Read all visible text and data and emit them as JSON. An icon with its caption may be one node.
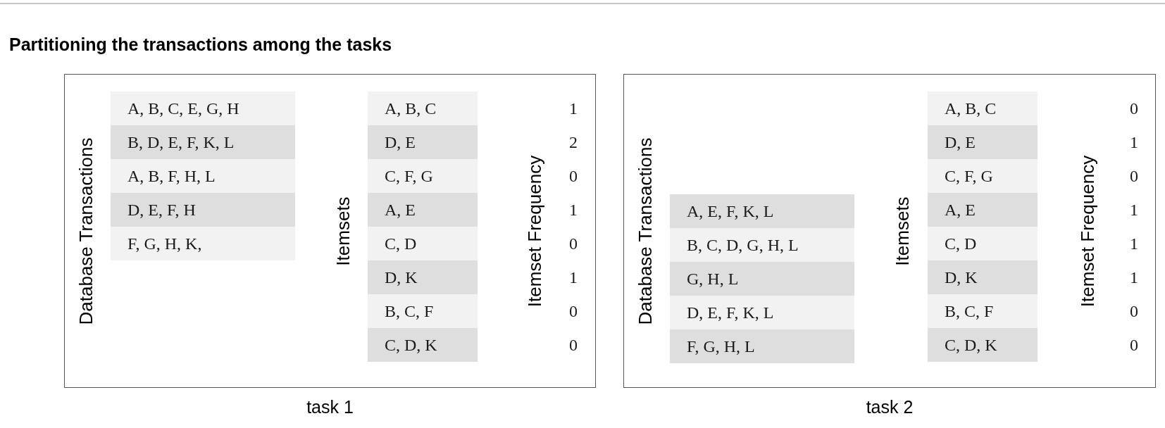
{
  "diagram": {
    "title": "Partitioning the transactions among the tasks",
    "nodes": [
      {
        "text": [
          "Database Transactions",
          "Itemsets",
          "Itemset Frequency"
        ],
        "beside": [
          "task 1"
        ]
      },
      {
        "text": [
          "A, B, C, E, G, H"
        ],
        "in": 0
      },
      {
        "text": [
          "B, D, E, F, K, L"
        ],
        "in": 0
      },
      {
        "text": [
          "A, B, F, H, L"
        ],
        "in": 0
      },
      {
        "text": [
          "D, E, F, H"
        ],
        "in": 0
      },
      {
        "text": [
          "F, G, H, K,"
        ],
        "in": 0
      },
      {
        "text": [
          "A, B, C"
        ],
        "in": 0
      },
      {
        "text": [
          "D, E"
        ],
        "in": 0
      },
      {
        "text": [
          "C, F, G"
        ],
        "in": 0
      },
      {
        "text": [
          "A, E"
        ],
        "in": 0
      },
      {
        "text": [
          "C, D"
        ],
        "in": 0
      },
      {
        "text": [
          "D, K"
        ],
        "in": 0
      },
      {
        "text": [
          "B, C, F"
        ],
        "in": 0
      },
      {
        "text": [
          "C, D, K"
        ],
        "in": 0
      },
      {
        "text": [
          "Database Transactions",
          "Itemsets",
          "Itemset Frequency"
        ],
        "beside": [
          "task 2"
        ]
      },
      {
        "text": [
          "A, E, F, K, L"
        ],
        "in": 14
      },
      {
        "text": [
          "B, C, D, G, H, L"
        ],
        "in": 14
      },
      {
        "text": [
          "G, H, L"
        ],
        "in": 14
      },
      {
        "text": [
          "D, E, F, K, L"
        ],
        "in": 14
      },
      {
        "text": [
          "F, G, H, L"
        ],
        "in": 14
      },
      {
        "text": [
          "A, B, C"
        ],
        "in": 14
      },
      {
        "text": [
          "D, E"
        ],
        "in": 14
      },
      {
        "text": [
          "C, F, G"
        ],
        "in": 14
      },
      {
        "text": [
          "A, E"
        ],
        "in": 14
      },
      {
        "text": [
          "C, D"
        ],
        "in": 14
      },
      {
        "text": [
          "D, K"
        ],
        "in": 14
      },
      {
        "text": [
          "B, C, F"
        ],
        "in": 14
      },
      {
        "text": [
          "C, D, K"
        ],
        "in": 14
      }
    ],
    "edges": [],
    "labels": [
      "1",
      "2",
      "0",
      "1",
      "0",
      "1",
      "0",
      "0",
      "0",
      "1",
      "0",
      "1",
      "1",
      "1",
      "0",
      "0"
    ]
  }
}
